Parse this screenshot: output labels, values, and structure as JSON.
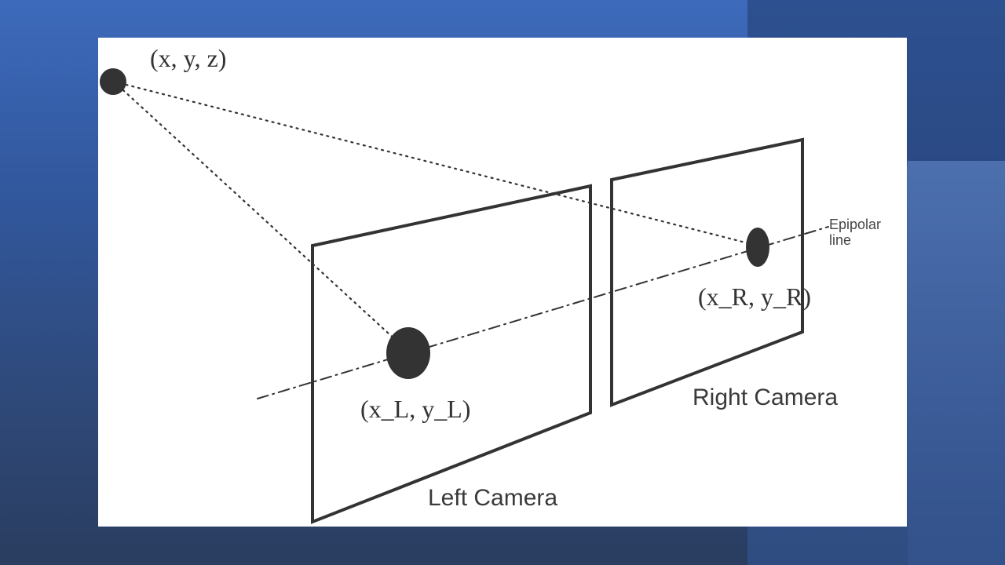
{
  "diagram": {
    "point_label": "(x, y, z)",
    "left_point_label": "(x_L, y_L)",
    "right_point_label": "(x_R, y_R)",
    "left_camera_label": "Left Camera",
    "right_camera_label": "Right Camera",
    "epipolar_label_line1": "Epipolar",
    "epipolar_label_line2": "line"
  },
  "colors": {
    "stroke": "#333333",
    "figure_background": "#ffffff",
    "slide_background": "#3a66b4"
  }
}
